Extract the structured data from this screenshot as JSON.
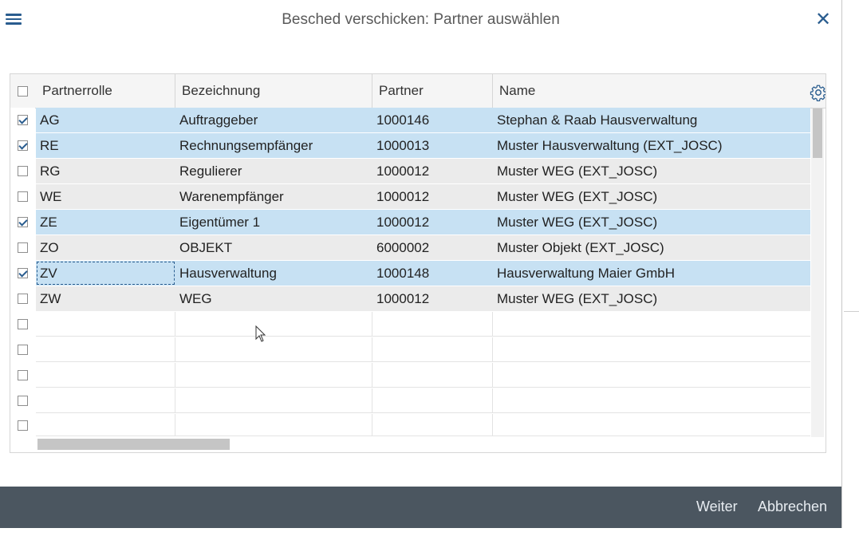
{
  "dialog": {
    "title": "Besched verschicken: Partner auswählen",
    "menu_icon": "hamburger-menu-icon",
    "close_icon": "close-icon",
    "close_glyph": "✕"
  },
  "table": {
    "columns": [
      "Partnerrolle",
      "Bezeichnung",
      "Partner",
      "Name"
    ],
    "settings_icon": "gear-icon",
    "rows": [
      {
        "checked": true,
        "rolle": "AG",
        "bezeichnung": "Auftraggeber",
        "partner": "1000146",
        "name": "Stephan & Raab Hausverwaltung"
      },
      {
        "checked": true,
        "rolle": "RE",
        "bezeichnung": "Rechnungsempfänger",
        "partner": "1000013",
        "name": "Muster Hausverwaltung (EXT_JOSC)"
      },
      {
        "checked": false,
        "rolle": "RG",
        "bezeichnung": "Regulierer",
        "partner": "1000012",
        "name": "Muster WEG (EXT_JOSC)"
      },
      {
        "checked": false,
        "rolle": "WE",
        "bezeichnung": "Warenempfänger",
        "partner": "1000012",
        "name": "Muster WEG (EXT_JOSC)"
      },
      {
        "checked": true,
        "rolle": "ZE",
        "bezeichnung": "Eigentümer 1",
        "partner": "1000012",
        "name": "Muster WEG (EXT_JOSC)"
      },
      {
        "checked": false,
        "rolle": "ZO",
        "bezeichnung": "OBJEKT",
        "partner": "6000002",
        "name": "Muster Objekt (EXT_JOSC)"
      },
      {
        "checked": true,
        "rolle": "ZV",
        "bezeichnung": "Hausverwaltung",
        "partner": "1000148",
        "name": "Hausverwaltung Maier GmbH"
      },
      {
        "checked": false,
        "rolle": "ZW",
        "bezeichnung": "WEG",
        "partner": "1000012",
        "name": "Muster WEG (EXT_JOSC)"
      }
    ]
  },
  "footer": {
    "weiter_label": "Weiter",
    "abbrechen_label": "Abbrechen"
  },
  "colors": {
    "accent": "#2a5d8f",
    "selected_row": "#c7e1f3",
    "unselected_row": "#ebebeb",
    "footer_bg": "#4b5660"
  }
}
